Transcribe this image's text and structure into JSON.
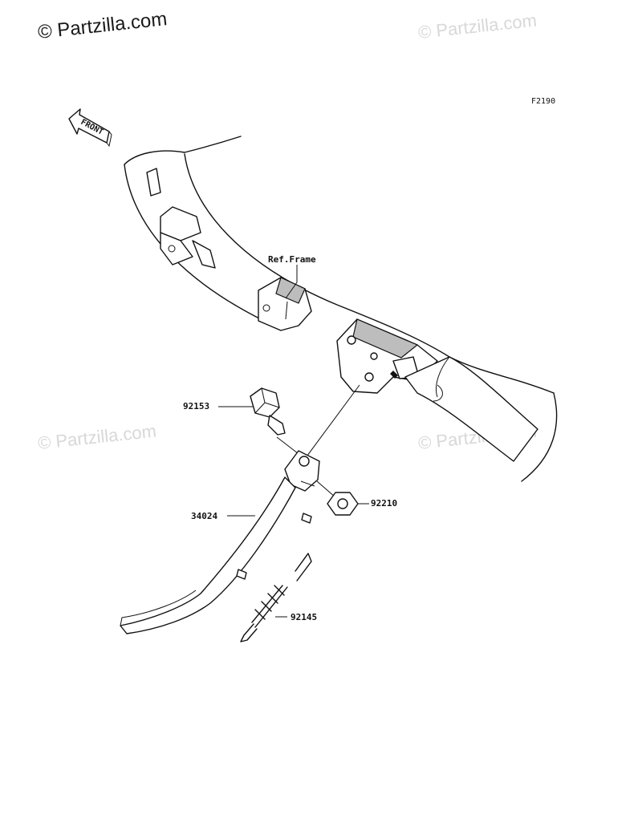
{
  "watermark": {
    "main": "© Partzilla.com",
    "faint": "© Partzilla.com"
  },
  "diagram_code": "F2190",
  "front_arrow_label": "FRONT",
  "reference_label": "Ref.Frame",
  "parts": {
    "bolt": "92153",
    "side_stand": "34024",
    "nut": "92210",
    "spring": "92145"
  }
}
